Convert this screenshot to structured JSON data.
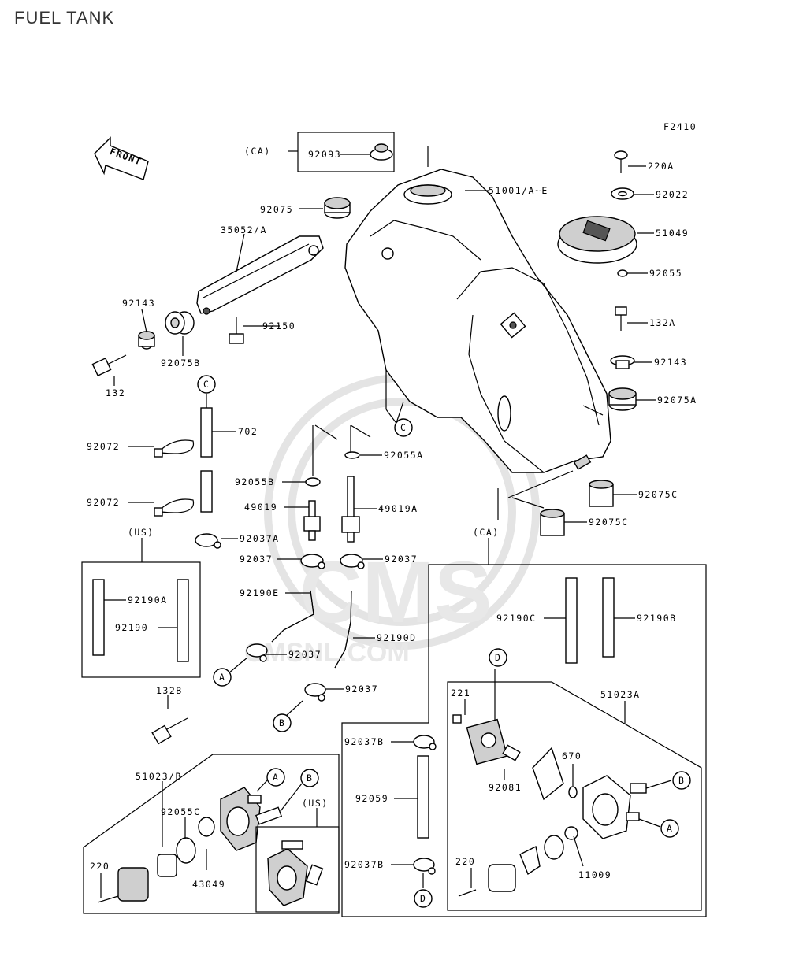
{
  "title": "FUEL TANK",
  "figure_code": "F2410",
  "front_label": "FRONT",
  "watermark": {
    "text": "CMS",
    "url": "CMSNL.COM"
  },
  "labels": [
    {
      "id": "ca1",
      "text": "(CA)"
    },
    {
      "id": "p92093",
      "text": "92093"
    },
    {
      "id": "p92075",
      "text": "92075"
    },
    {
      "id": "p35052",
      "text": "35052/A"
    },
    {
      "id": "p92143a",
      "text": "92143"
    },
    {
      "id": "p92150",
      "text": "92150"
    },
    {
      "id": "p92075b",
      "text": "92075B"
    },
    {
      "id": "p132",
      "text": "132"
    },
    {
      "id": "p51001",
      "text": "51001/A~E"
    },
    {
      "id": "p220a",
      "text": "220A"
    },
    {
      "id": "p92022",
      "text": "92022"
    },
    {
      "id": "p51049",
      "text": "51049"
    },
    {
      "id": "p92055",
      "text": "92055"
    },
    {
      "id": "p132a",
      "text": "132A"
    },
    {
      "id": "p92143b",
      "text": "92143"
    },
    {
      "id": "p92075a",
      "text": "92075A"
    },
    {
      "id": "p702",
      "text": "702"
    },
    {
      "id": "p92072a",
      "text": "92072"
    },
    {
      "id": "p92072b",
      "text": "92072"
    },
    {
      "id": "p92055a",
      "text": "92055A"
    },
    {
      "id": "p92055b",
      "text": "92055B"
    },
    {
      "id": "p49019",
      "text": "49019"
    },
    {
      "id": "p49019a",
      "text": "49019A"
    },
    {
      "id": "p92037a",
      "text": "92037A"
    },
    {
      "id": "p92037c",
      "text": "92037"
    },
    {
      "id": "p92037d",
      "text": "92037"
    },
    {
      "id": "p92075c1",
      "text": "92075C"
    },
    {
      "id": "p92075c2",
      "text": "92075C"
    },
    {
      "id": "us1",
      "text": "(US)"
    },
    {
      "id": "ca2",
      "text": "(CA)"
    },
    {
      "id": "p92190a",
      "text": "92190A"
    },
    {
      "id": "p92190",
      "text": "92190"
    },
    {
      "id": "p92190e",
      "text": "92190E"
    },
    {
      "id": "p92190d",
      "text": "92190D"
    },
    {
      "id": "p92037e",
      "text": "92037"
    },
    {
      "id": "p92037f",
      "text": "92037"
    },
    {
      "id": "p92190c",
      "text": "92190C"
    },
    {
      "id": "p92190b",
      "text": "92190B"
    },
    {
      "id": "p132b",
      "text": "132B"
    },
    {
      "id": "p51023b",
      "text": "51023/B"
    },
    {
      "id": "p92055c",
      "text": "92055C"
    },
    {
      "id": "us2",
      "text": "(US)"
    },
    {
      "id": "p220",
      "text": "220"
    },
    {
      "id": "p43049",
      "text": "43049"
    },
    {
      "id": "p92037b1",
      "text": "92037B"
    },
    {
      "id": "p92059",
      "text": "92059"
    },
    {
      "id": "p92037b2",
      "text": "92037B"
    },
    {
      "id": "p221",
      "text": "221"
    },
    {
      "id": "p51023a",
      "text": "51023A"
    },
    {
      "id": "p92081",
      "text": "92081"
    },
    {
      "id": "p670",
      "text": "670"
    },
    {
      "id": "p220b",
      "text": "220"
    },
    {
      "id": "p11009",
      "text": "11009"
    }
  ],
  "callouts": [
    {
      "id": "cC1",
      "text": "C"
    },
    {
      "id": "cC2",
      "text": "C"
    },
    {
      "id": "cA1",
      "text": "A"
    },
    {
      "id": "cB1",
      "text": "B"
    },
    {
      "id": "cA2",
      "text": "A"
    },
    {
      "id": "cB2",
      "text": "B"
    },
    {
      "id": "cD1",
      "text": "D"
    },
    {
      "id": "cD2",
      "text": "D"
    },
    {
      "id": "cB3",
      "text": "B"
    },
    {
      "id": "cA3",
      "text": "A"
    }
  ]
}
